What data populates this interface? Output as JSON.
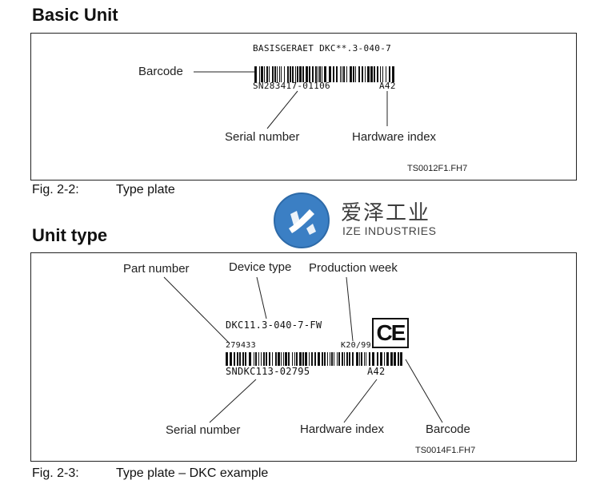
{
  "basic_unit": {
    "heading": "Basic Unit",
    "plate_text": "BASISGERAET DKC**.3-040-7",
    "serial_code": "SN283417-01106",
    "hardware_code": "A42",
    "label_barcode": "Barcode",
    "label_serial": "Serial number",
    "label_hardware": "Hardware index",
    "file_id": "TS0012F1.FH7",
    "fig_num": "Fig. 2-2:",
    "fig_caption": "Type plate"
  },
  "watermark": {
    "chinese": "爱泽工业",
    "english": "IZE INDUSTRIES",
    "color": "#3b7fc4"
  },
  "unit_type": {
    "heading": "Unit type",
    "label_part": "Part number",
    "label_device": "Device type",
    "label_week": "Production week",
    "device_code": "DKC11.3-040-7-FW",
    "part_code": "279433",
    "week_code": "K20/99",
    "ce_mark": "CE",
    "serial_code": "SNDKC113-02795",
    "hardware_code": "A42",
    "label_serial": "Serial number",
    "label_hardware": "Hardware index",
    "label_barcode": "Barcode",
    "file_id": "TS0014F1.FH7",
    "fig_num": "Fig. 2-3:",
    "fig_caption": "Type plate – DKC example"
  }
}
